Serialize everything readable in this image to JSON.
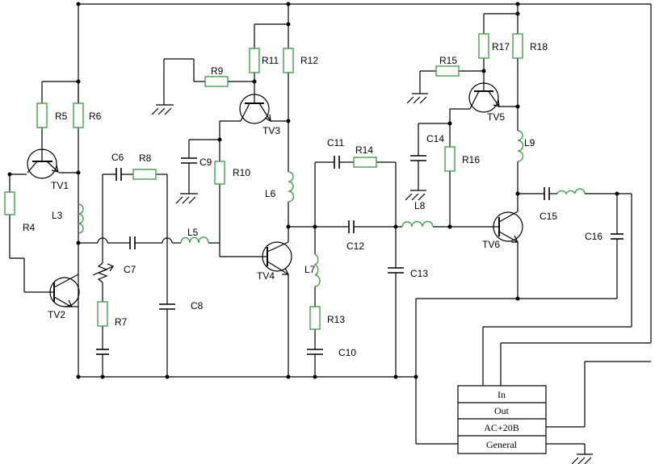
{
  "labels": {
    "R4": "R4",
    "R5": "R5",
    "R6": "R6",
    "R7": "R7",
    "R8": "R8",
    "R9": "R9",
    "R10": "R10",
    "R11": "R11",
    "R12": "R12",
    "R13": "R13",
    "R14": "R14",
    "R15": "R15",
    "R16": "R16",
    "R17": "R17",
    "R18": "R18",
    "C6": "C6",
    "C7": "C7",
    "C8": "C8",
    "C9": "C9",
    "C10": "C10",
    "C11": "C11",
    "C12": "C12",
    "C13": "C13",
    "C14": "C14",
    "C15": "C15",
    "C16": "C16",
    "L3": "L3",
    "L5": "L5",
    "L6": "L6",
    "L7": "L7",
    "L8": "L8",
    "L9": "L9",
    "TV1": "TV1",
    "TV2": "TV2",
    "TV3": "TV3",
    "TV4": "TV4",
    "TV5": "TV5",
    "TV6": "TV6"
  },
  "connector": {
    "in": "In",
    "out": "Out",
    "power": "AC+20B",
    "ground": "General"
  }
}
